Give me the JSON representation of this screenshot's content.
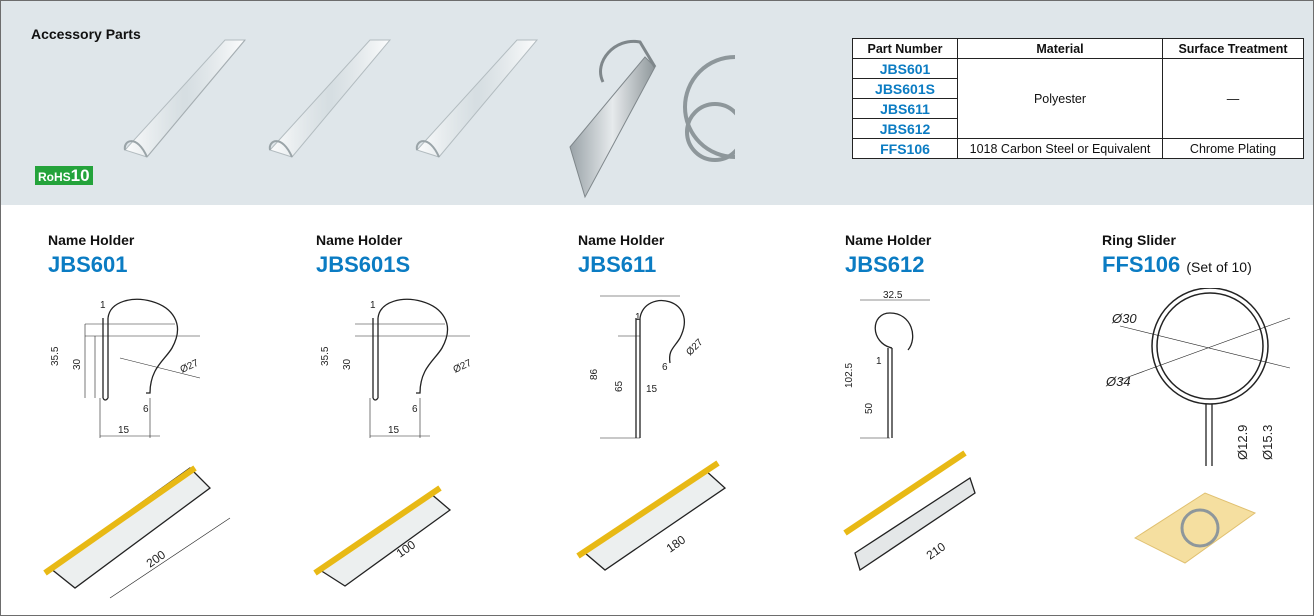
{
  "section_title": "Accessory Parts",
  "rohs": {
    "prefix": "RoHS",
    "number": "10"
  },
  "table": {
    "headers": [
      "Part Number",
      "Material",
      "Surface Treatment"
    ],
    "part_numbers": [
      "JBS601",
      "JBS601S",
      "JBS611",
      "JBS612",
      "FFS106"
    ],
    "material_poly": "Polyester",
    "surface_poly": "—",
    "material_steel": "1018 Carbon Steel or Equivalent",
    "surface_steel": "Chrome Plating"
  },
  "products": [
    {
      "kind": "Name Holder",
      "code": "JBS601",
      "dims": [
        "1",
        "35.5",
        "30",
        "Ø27",
        "6",
        "15"
      ],
      "length": "200"
    },
    {
      "kind": "Name Holder",
      "code": "JBS601S",
      "dims": [
        "1",
        "35.5",
        "30",
        "Ø27",
        "6",
        "15"
      ],
      "length": "100"
    },
    {
      "kind": "Name Holder",
      "code": "JBS611",
      "dims": [
        "1",
        "86",
        "65",
        "Ø27",
        "6",
        "15"
      ],
      "length": "180"
    },
    {
      "kind": "Name Holder",
      "code": "JBS612",
      "dims": [
        "32.5",
        "1",
        "102.5",
        "50"
      ],
      "length": "210"
    },
    {
      "kind": "Ring Slider",
      "code": "FFS106",
      "suffix": "(Set of 10)",
      "dims": [
        "Ø30",
        "Ø34",
        "Ø12.9",
        "Ø15.3"
      ]
    }
  ],
  "colors": {
    "accent_blue": "#0b7cc3",
    "band": "#dfe6ea",
    "rohs_green": "#24a33b",
    "tape_yellow": "#e8b915"
  }
}
